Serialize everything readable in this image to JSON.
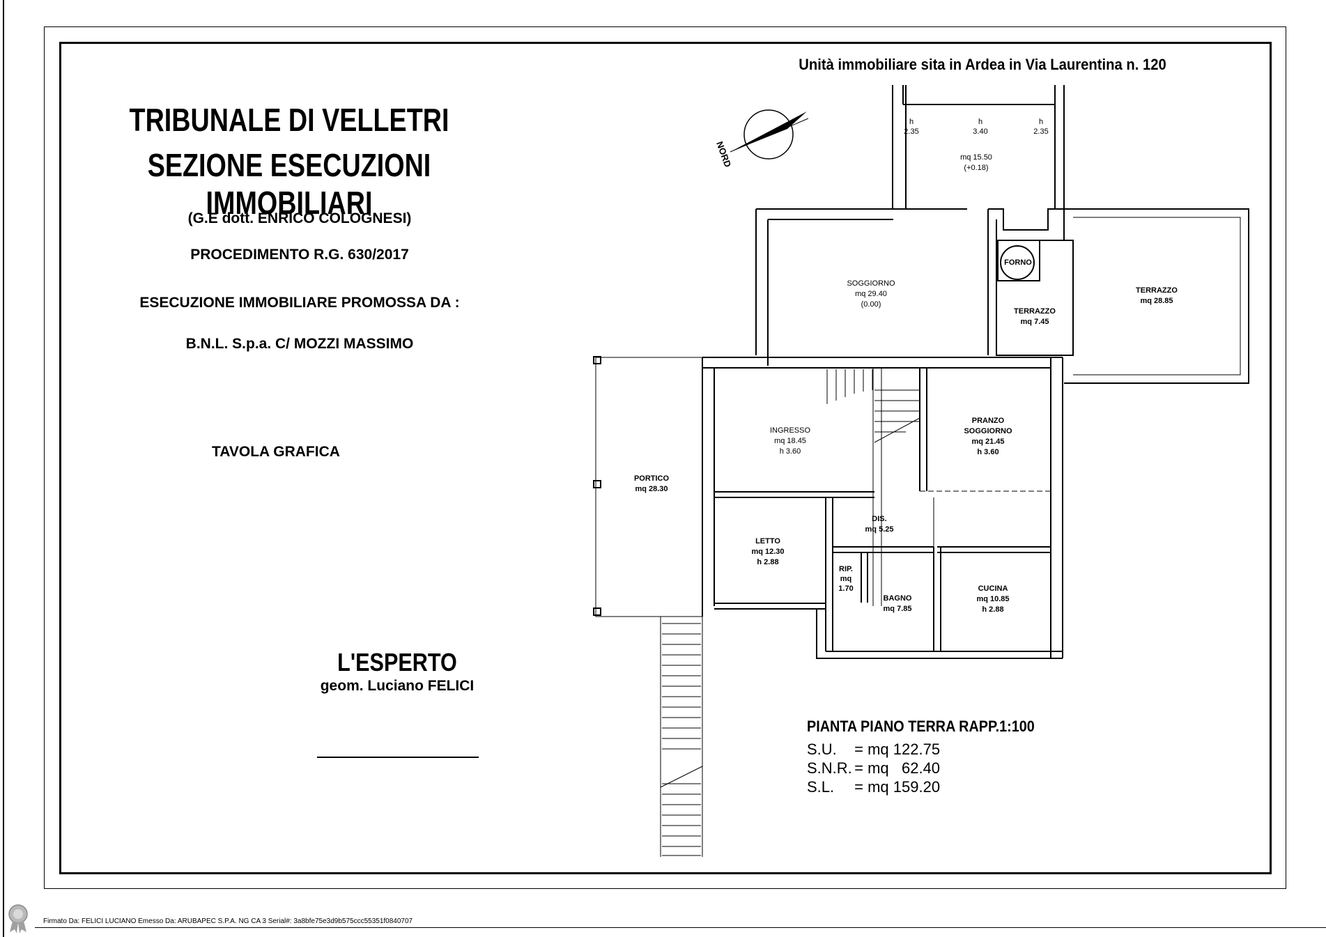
{
  "document": {
    "court_title": "TRIBUNALE DI VELLETRI",
    "section_title": "SEZIONE ESECUZIONI IMMOBILIARI",
    "judge": "(G.E dott. ENRICO COLOGNESI)",
    "procedure": "PROCEDIMENTO R.G. 630/2017",
    "execution": "ESECUZIONE IMMOBILIARE PROMOSSA DA :",
    "parties": "B.N.L. S.p.a.  C/ MOZZI MASSIMO",
    "board": "TAVOLA GRAFICA",
    "expert_title": "L'ESPERTO",
    "expert_name": "geom. Luciano FELICI",
    "address": "Unità immobiliare sita in Ardea in Via Laurentina n. 120",
    "plan_title": "PIANTA PIANO TERRA  RAPP.1:100",
    "summary": [
      {
        "label": "S.U.",
        "value": "= mq 122.75"
      },
      {
        "label": "S.N.R.",
        "value": "= mq   62.40"
      },
      {
        "label": "S.L.",
        "value": "= mq 159.20"
      }
    ],
    "signature_line": "Firmato Da: FELICI LUCIANO Emesso Da: ARUBAPEC S.P.A. NG CA 3 Serial#: 3a8bfe75e3d9b575ccc55351f0840707"
  },
  "plan": {
    "north": "NORD",
    "rooms": {
      "top_room": {
        "heights_label": [
          "h",
          "h",
          "h"
        ],
        "heights": [
          "2.35",
          "3.40",
          "2.35"
        ],
        "area": "mq 15.50",
        "note": "(+0.18)"
      },
      "soggiorno": {
        "name": "SOGGIORNO",
        "area": "mq 29.40",
        "note": "(0.00)"
      },
      "forno": {
        "name": "FORNO"
      },
      "terrazzo_small": {
        "name": "TERRAZZO",
        "area": "mq 7.45"
      },
      "terrazzo_large": {
        "name": "TERRAZZO",
        "area": "mq 28.85"
      },
      "ingresso": {
        "name": "INGRESSO",
        "area": "mq 18.45",
        "height": "h 3.60"
      },
      "pranzo": {
        "name1": "PRANZO",
        "name2": "SOGGIORNO",
        "area": "mq 21.45",
        "height": "h 3.60"
      },
      "portico": {
        "name": "PORTICO",
        "area": "mq 28.30"
      },
      "letto": {
        "name": "LETTO",
        "area": "mq 12.30",
        "height": "h 2.88"
      },
      "dis": {
        "name": "DIS.",
        "area": "mq 5.25"
      },
      "rip": {
        "name": "RIP.",
        "area1": "mq",
        "area2": "1.70"
      },
      "bagno": {
        "name": "BAGNO",
        "area": "mq 7.85"
      },
      "cucina": {
        "name": "CUCINA",
        "area": "mq 10.85",
        "height": "h 2.88"
      }
    }
  }
}
